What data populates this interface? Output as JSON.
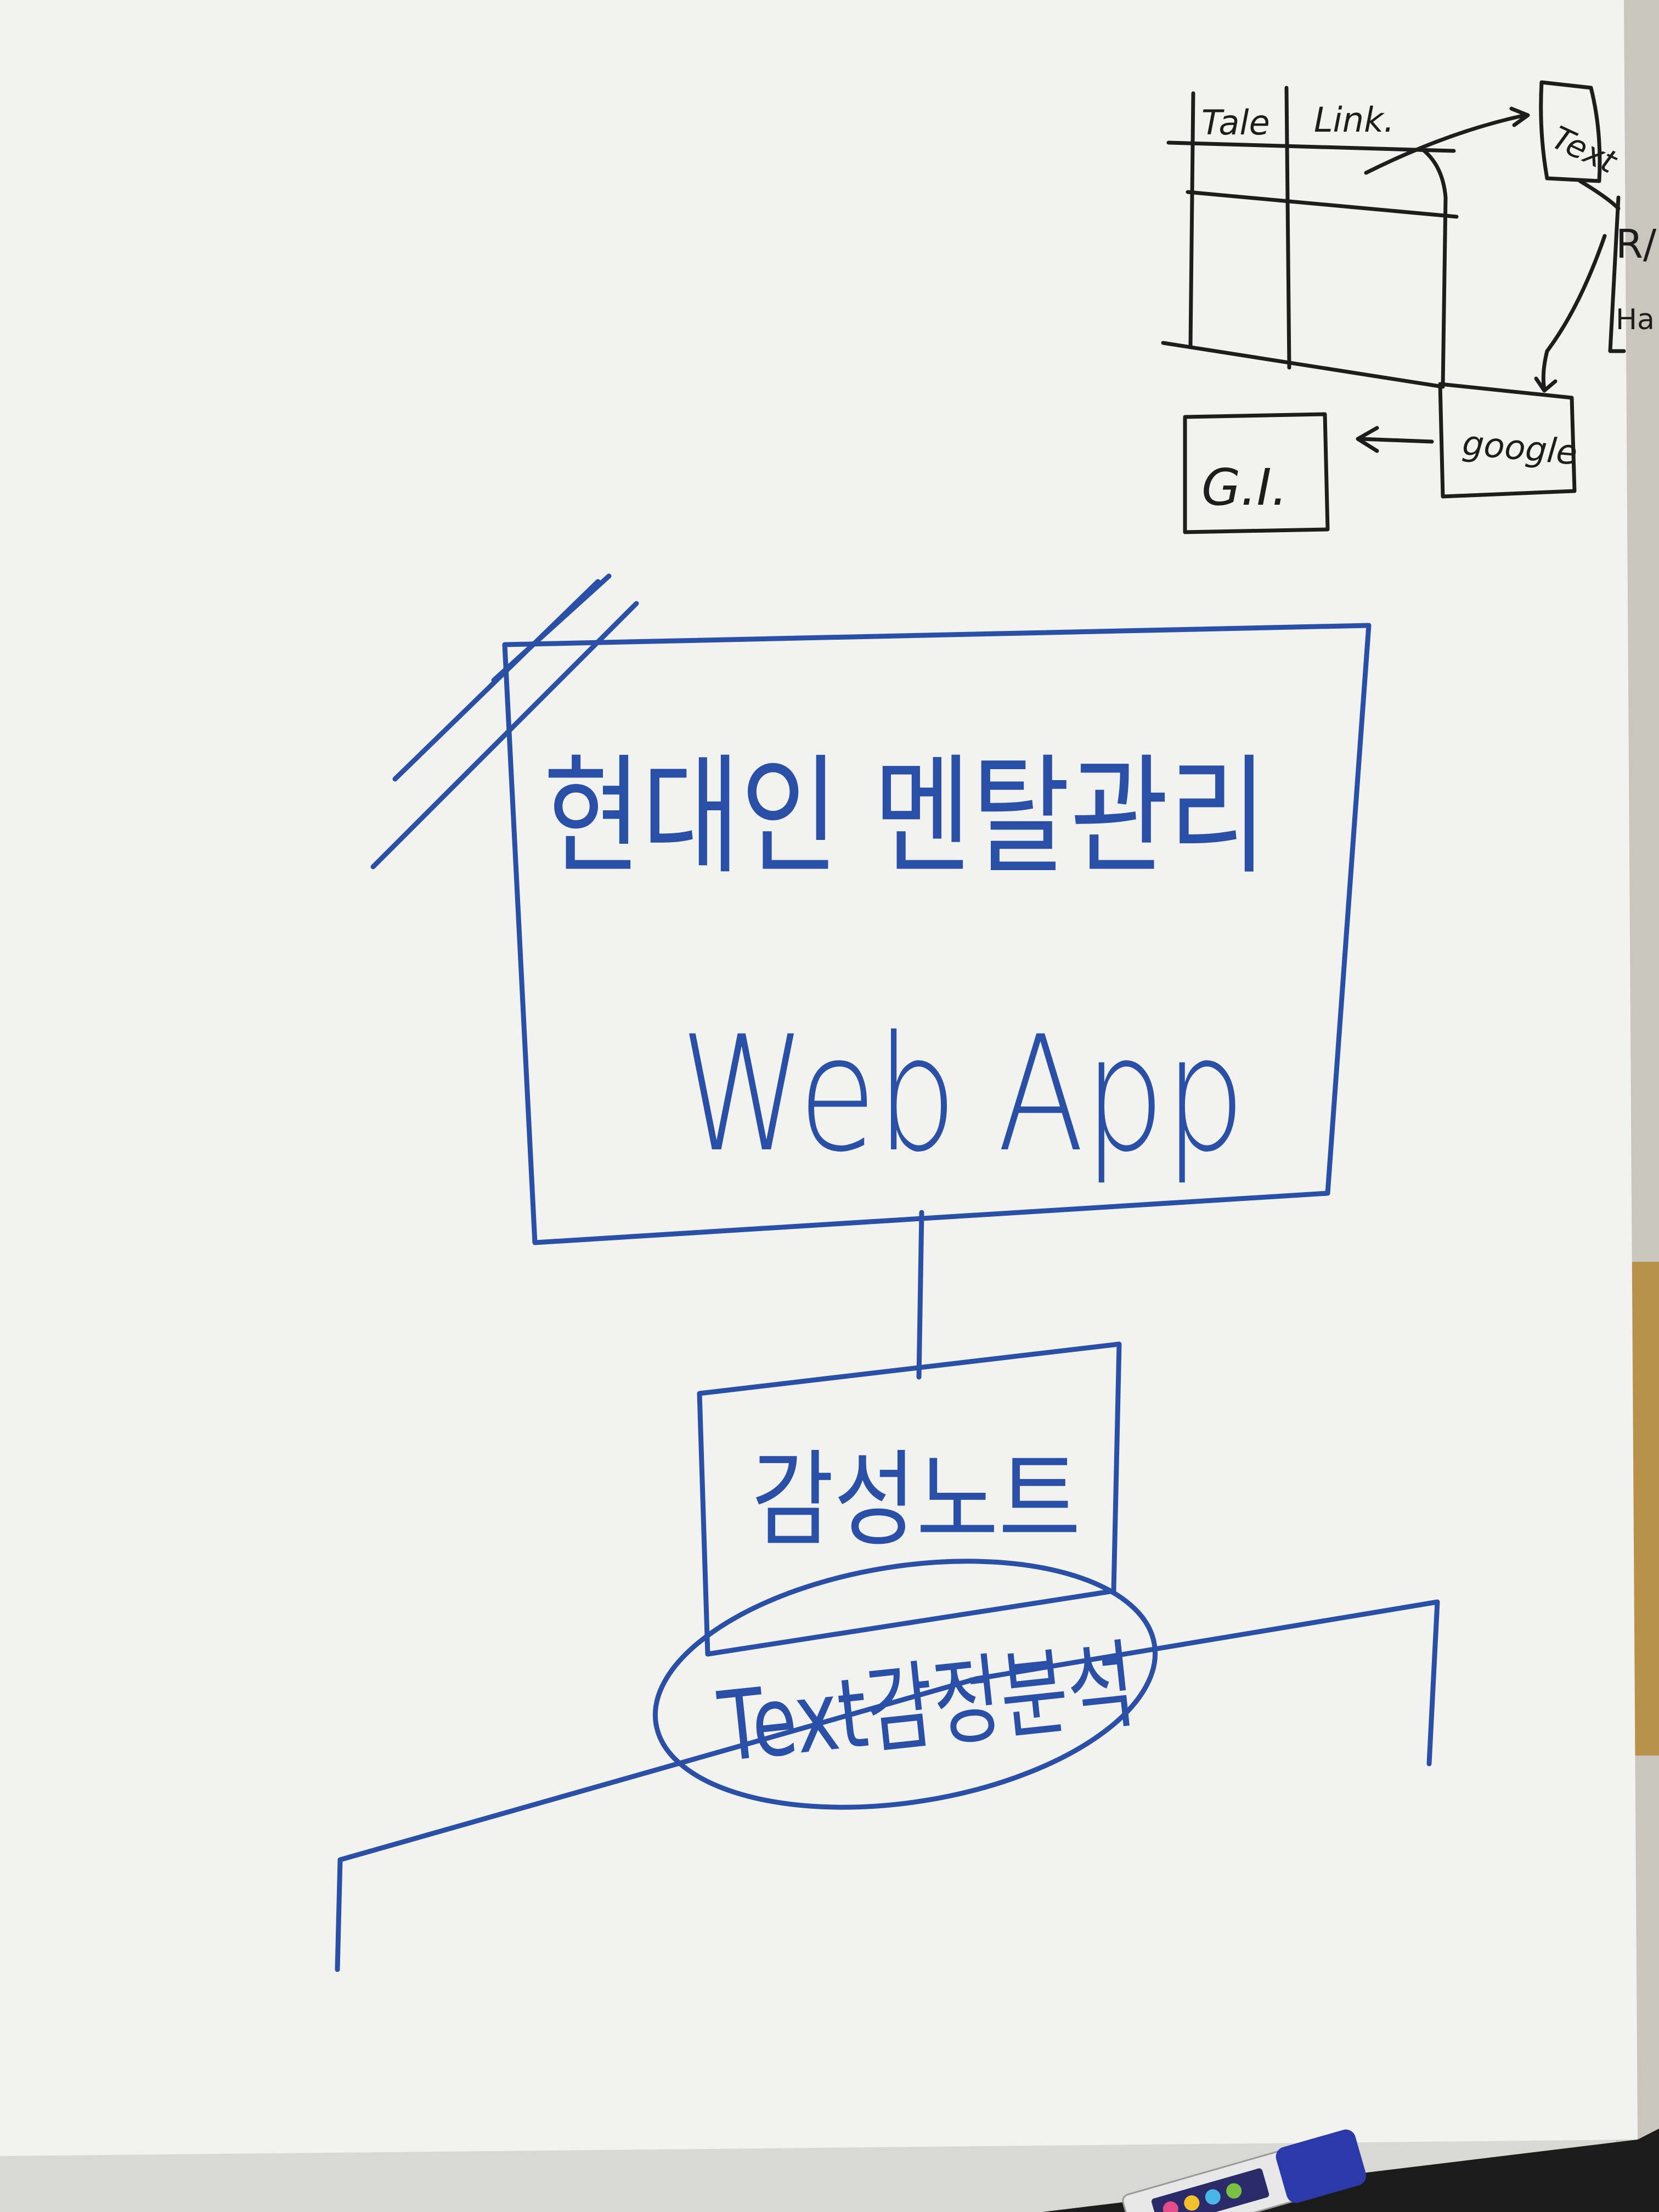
{
  "diagram": {
    "main_box": {
      "title": "현대인 멘탈관리",
      "subtitle": "Web App"
    },
    "note_box": {
      "label": "감성노트"
    },
    "ellipse": {
      "label": "Text감정분석"
    },
    "sketch": {
      "table_headers": [
        "Tale",
        "Link."
      ],
      "text_box": "Text",
      "r_box_top": "R/",
      "r_box_bottom": "Ha",
      "google_box": "google",
      "gi_box": "G.I."
    }
  },
  "colors": {
    "paper": "#f2f3f1",
    "blue_marker": "#2a4fa6",
    "black_marker": "#1d1d1d",
    "wall": "#d8d8d4",
    "wood_strip": "#b8914a"
  },
  "icon_names": [
    "pen-icon"
  ]
}
